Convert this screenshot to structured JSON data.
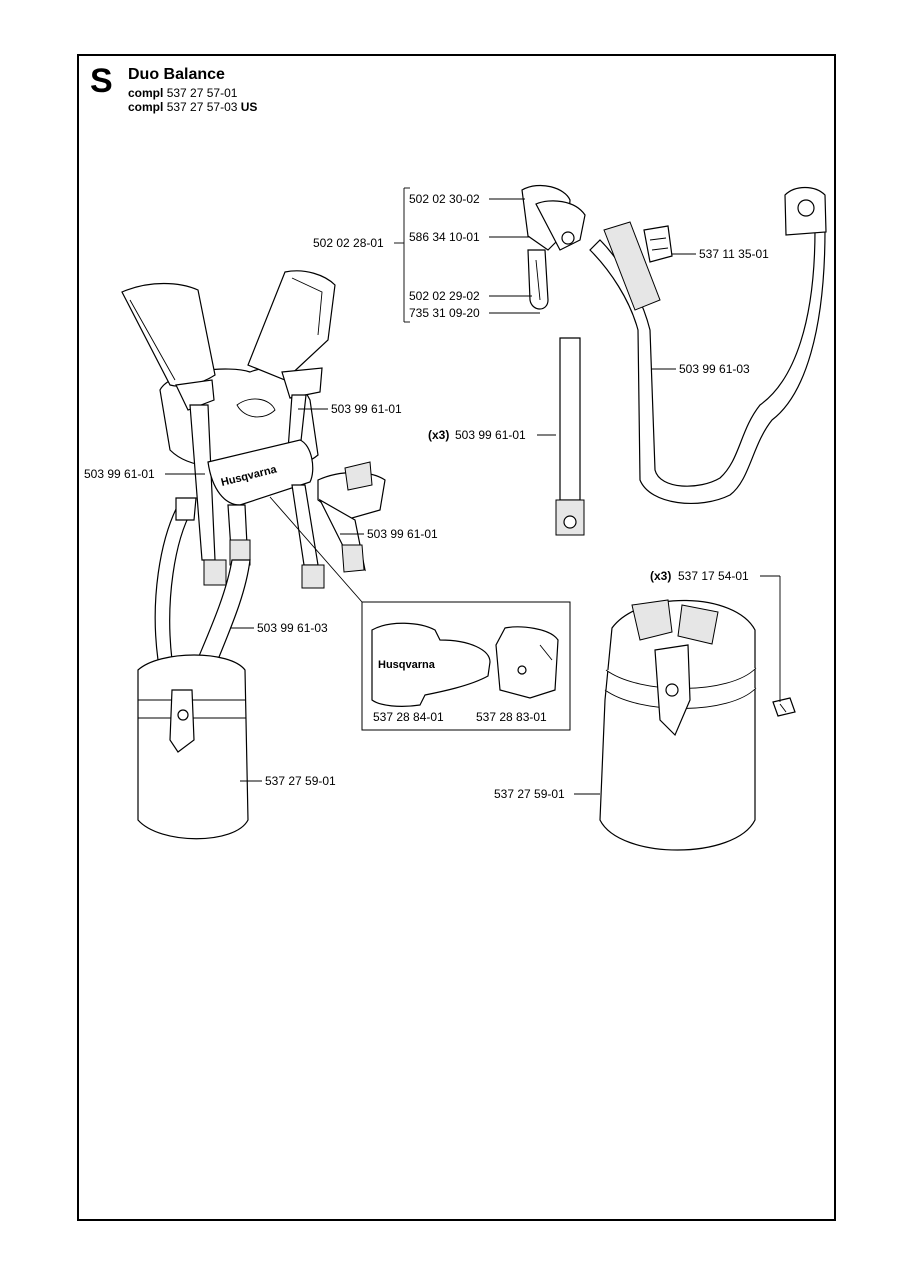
{
  "header": {
    "section_letter": "S",
    "title": "Duo Balance",
    "compl_label": "compl",
    "compl_1": "537 27 57-01",
    "compl_2": "537 27 57-03",
    "compl_2_suffix": "US"
  },
  "callouts": {
    "c_502_02_30_02": "502 02 30-02",
    "c_502_02_28_01": "502 02 28-01",
    "c_586_34_10_01": "586 34 10-01",
    "c_502_02_29_02": "502 02 29-02",
    "c_735_31_09_20": "735 31 09-20",
    "c_537_11_35_01": "537 11 35-01",
    "c_503_99_61_03_right": "503 99 61-03",
    "c_503_99_61_01_strap": "503 99 61-01",
    "qty_x3_strap": "(x3)",
    "c_503_99_61_01_top": "503 99 61-01",
    "c_503_99_61_01_left": "503 99 61-01",
    "c_503_99_61_01_mid": "503 99 61-01",
    "c_503_99_61_03_left": "503 99 61-03",
    "qty_x3_screw": "(x3)",
    "c_537_17_54_01": "537 17 54-01",
    "c_537_28_84_01": "537 28 84-01",
    "c_537_28_83_01": "537 28 83-01",
    "c_537_27_59_01_left": "537 27 59-01",
    "c_537_27_59_01_right": "537 27 59-01"
  },
  "brand": {
    "logo_text": "Husqvarna"
  }
}
